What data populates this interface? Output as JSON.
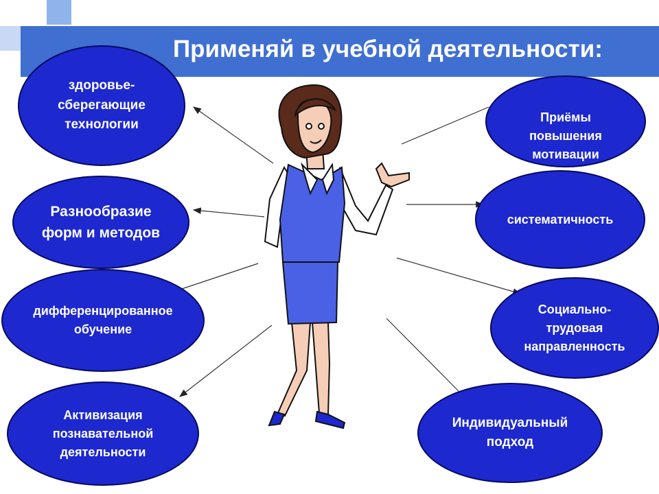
{
  "title": "Применяй в учебной деятельности:",
  "colors": {
    "banner": "#3f6fd0",
    "oval_fill": "#1d28cf",
    "oval_border": "#06085e",
    "accent_squares": "#8fb4ec"
  },
  "left_items": [
    {
      "lines": [
        "здоровье-",
        "сберегающие",
        "технологии"
      ]
    },
    {
      "lines": [
        "Разнообразие",
        "форм и методов"
      ]
    },
    {
      "lines": [
        "дифференцированное",
        "обучение"
      ]
    },
    {
      "lines": [
        "Активизация",
        "познавательной",
        "деятельности"
      ]
    }
  ],
  "right_items": [
    {
      "lines": [
        "Приёмы",
        "повышения",
        "мотивации"
      ]
    },
    {
      "lines": [
        "систематичность"
      ]
    },
    {
      "lines": [
        "Социально-",
        "трудовая",
        "направленность"
      ]
    },
    {
      "lines": [
        "Индивидуальный",
        "подход"
      ]
    }
  ]
}
